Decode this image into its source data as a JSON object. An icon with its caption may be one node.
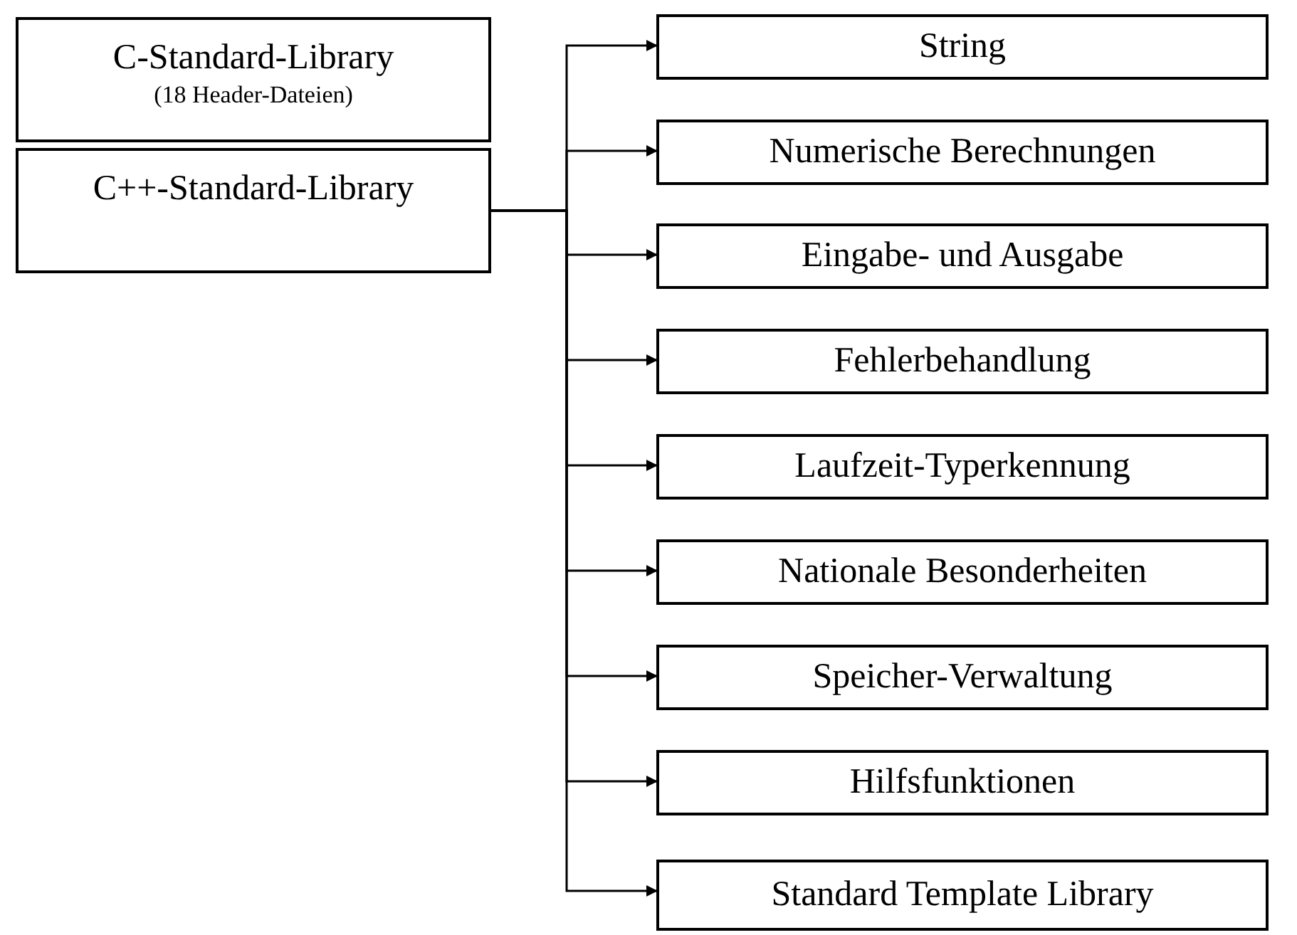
{
  "diagram": {
    "nodes": [
      {
        "text": [
          "C-Standard-Library",
          "(18 Header-Dateien)"
        ]
      },
      {
        "text": [
          "C++-Standard-Library"
        ]
      },
      {
        "text": [
          "String"
        ]
      },
      {
        "text": [
          "Numerische Berechnungen"
        ]
      },
      {
        "text": [
          "Eingabe- und Ausgabe"
        ]
      },
      {
        "text": [
          "Fehlerbehandlung"
        ]
      },
      {
        "text": [
          "Laufzeit-Typerkennung"
        ]
      },
      {
        "text": [
          "Nationale Besonderheiten"
        ]
      },
      {
        "text": [
          "Speicher-Verwaltung"
        ]
      },
      {
        "text": [
          "Hilfsfunktionen"
        ]
      },
      {
        "text": [
          "Standard Template Library"
        ]
      }
    ],
    "edges": [
      {
        "from": 1,
        "to": 2,
        "arrow": "to"
      },
      {
        "from": 1,
        "to": 3,
        "arrow": "to"
      },
      {
        "from": 1,
        "to": 4,
        "arrow": "to"
      },
      {
        "from": 1,
        "to": 5,
        "arrow": "to"
      },
      {
        "from": 1,
        "to": 6,
        "arrow": "to"
      },
      {
        "from": 1,
        "to": 7,
        "arrow": "to"
      },
      {
        "from": 1,
        "to": 8,
        "arrow": "to"
      },
      {
        "from": 1,
        "to": 9,
        "arrow": "to"
      },
      {
        "from": 1,
        "to": 10,
        "arrow": "to"
      }
    ]
  }
}
